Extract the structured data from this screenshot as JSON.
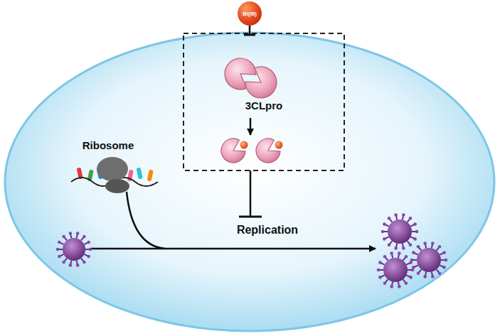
{
  "diagram": {
    "nodes": [
      {
        "text": [
          "Bi(III)"
        ]
      },
      {
        "text": [
          "3CLpro"
        ]
      }
    ],
    "edges": [
      {
        "from": 0,
        "to": 1,
        "arrow": "to"
      }
    ],
    "labels": [
      "Ribosome",
      "Replication"
    ]
  }
}
